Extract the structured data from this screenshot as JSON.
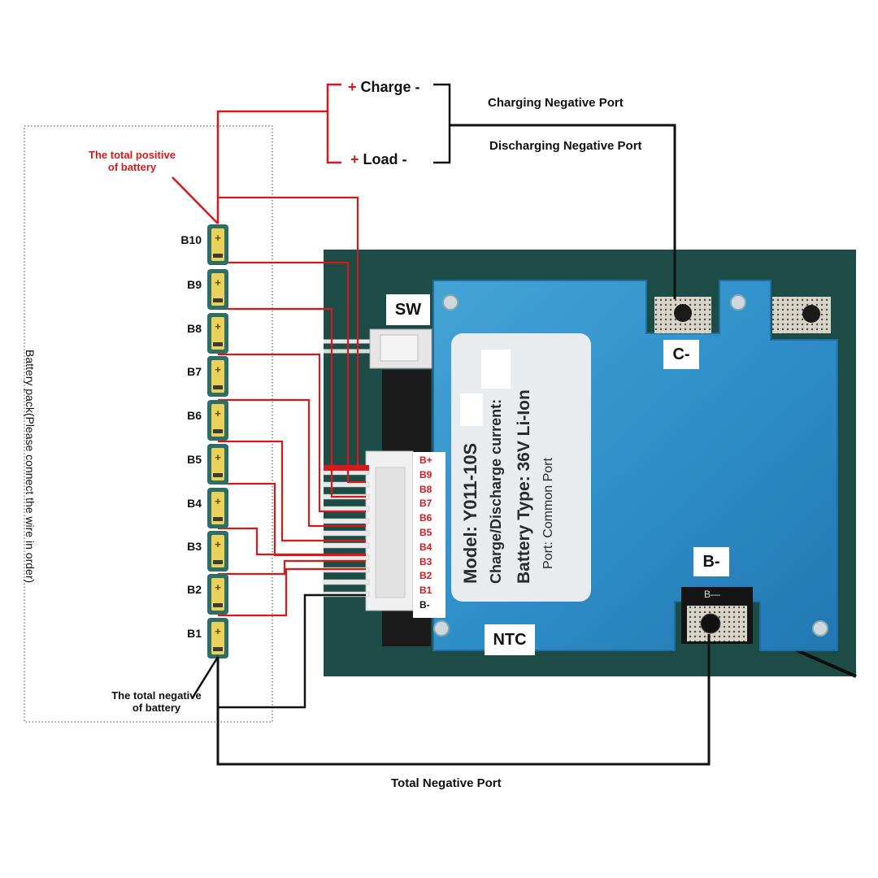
{
  "header": {
    "charge_label": "+ Charge -",
    "load_label": "+ Load -",
    "charging_negative_port": "Charging Negative Port",
    "discharging_negative_port": "Discharging Negative Port"
  },
  "battery_pack": {
    "caption": "Battery pack(Please connect the wire in order)",
    "total_positive_line1": "The total positive",
    "total_positive_line2": "of battery",
    "total_negative_line1": "The total negative",
    "total_negative_line2": "of battery",
    "cells": [
      "B10",
      "B9",
      "B8",
      "B7",
      "B6",
      "B5",
      "B4",
      "B3",
      "B2",
      "B1"
    ]
  },
  "board": {
    "sw_label": "SW",
    "c_minus_label": "C-",
    "b_minus_label": "B-",
    "ntc_label": "NTC",
    "silk_b_minus": "B—",
    "info_lines": [
      "Model:  Y011-10S",
      "Charge/Discharge current:",
      "Battery Type:  36V Li-Ion",
      "Port: Common Port"
    ]
  },
  "connector_pins": [
    {
      "label": "B+",
      "color": "#d7191c"
    },
    {
      "label": "B9",
      "color": "#d7191c"
    },
    {
      "label": "B8",
      "color": "#d7191c"
    },
    {
      "label": "B7",
      "color": "#d7191c"
    },
    {
      "label": "B6",
      "color": "#d7191c"
    },
    {
      "label": "B5",
      "color": "#d7191c"
    },
    {
      "label": "B4",
      "color": "#d7191c"
    },
    {
      "label": "B3",
      "color": "#d7191c"
    },
    {
      "label": "B2",
      "color": "#d7191c"
    },
    {
      "label": "B1",
      "color": "#d7191c"
    },
    {
      "label": "B-",
      "color": "#111111"
    }
  ],
  "footer": {
    "total_negative_port": "Total Negative Port"
  },
  "colors": {
    "wire_red": "#d7191c",
    "wire_black": "#111111",
    "board_blue": "#2f8fc8",
    "background_green": "#1d4b45",
    "cell_yellow": "#e8d25a",
    "cell_teal": "#2e6e66"
  }
}
